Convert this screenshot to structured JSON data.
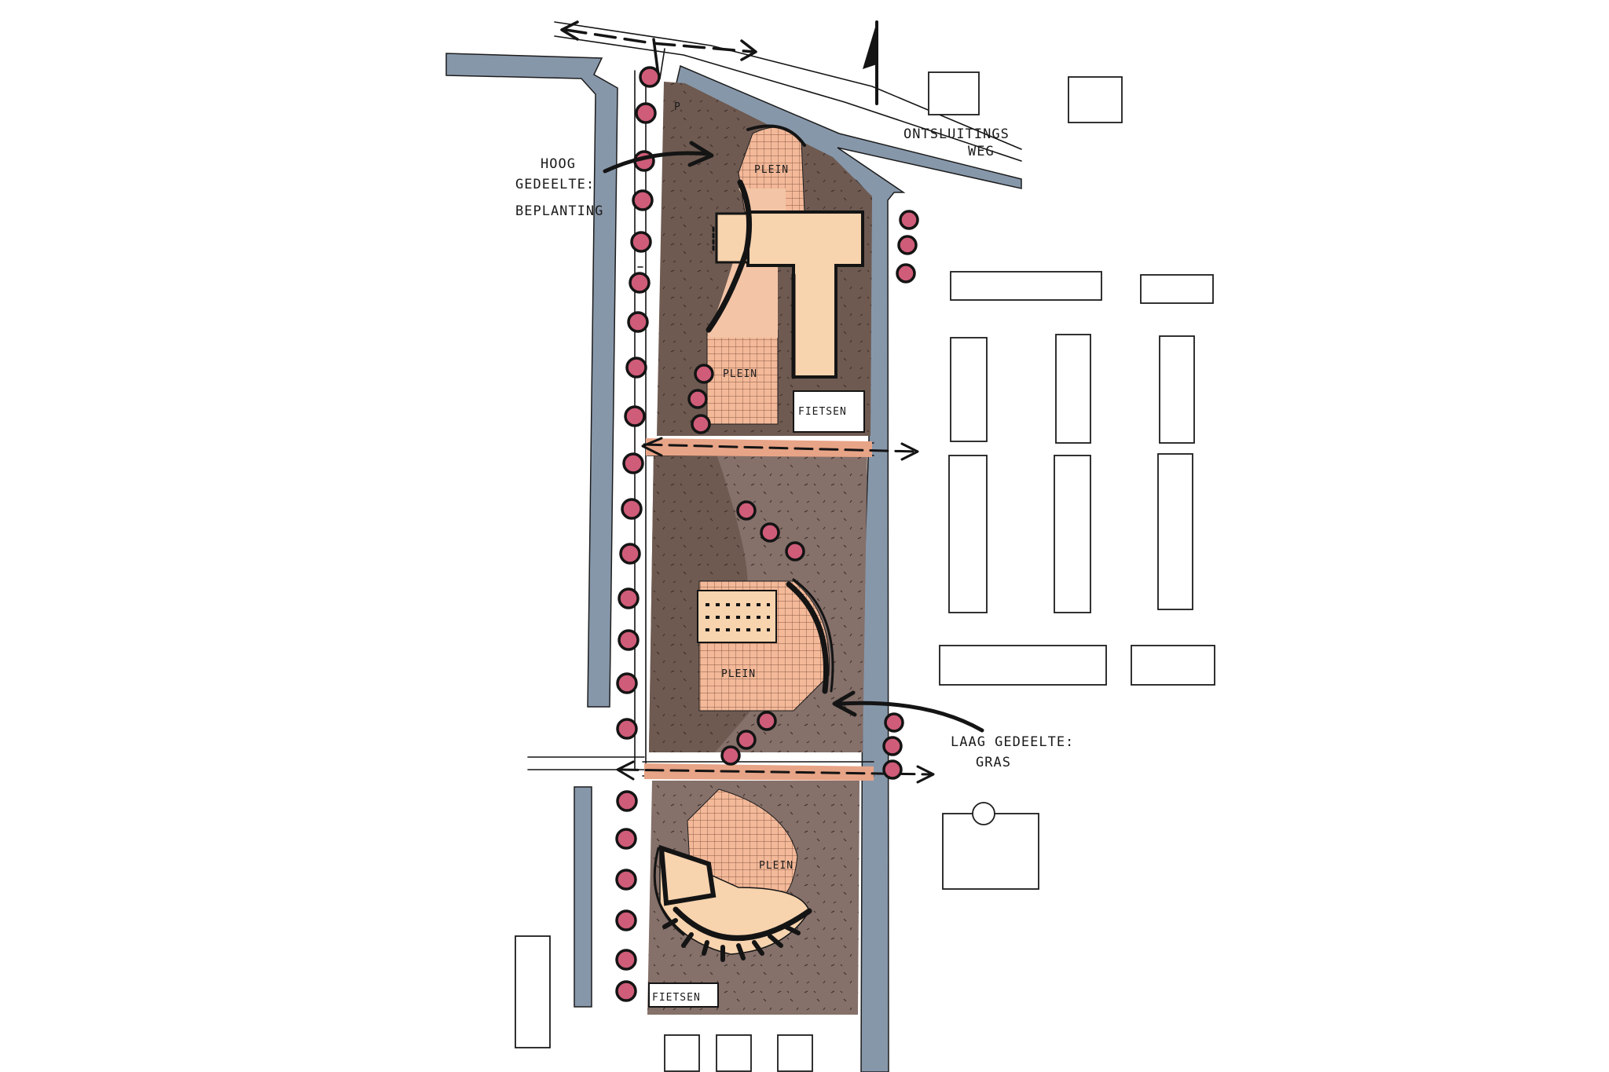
{
  "labels": {
    "north": "N",
    "access_road": [
      "ONTSLUITINGS",
      "WEG"
    ],
    "high_part": [
      "HOOG",
      "GEDEELTE:",
      "BEPLANTING"
    ],
    "low_part": [
      "LAAG GEDEELTE:",
      "GRAS"
    ],
    "parking": "P",
    "plein_1": "PLEIN",
    "plein_2": "PLEIN",
    "plein_3": "PLEIN",
    "plein_4": "PLEIN",
    "bike_1": "FIETSEN",
    "bike_2": "FIETSEN"
  },
  "colors": {
    "water": "#8797aa",
    "park_dark": "#6e5a51",
    "park_light": "#85706a",
    "plaza": "#f3b999",
    "building_fill": "#f7d3ae",
    "tree_fill": "#cf5c78",
    "path": "#e8a487",
    "ink": "#141414"
  }
}
